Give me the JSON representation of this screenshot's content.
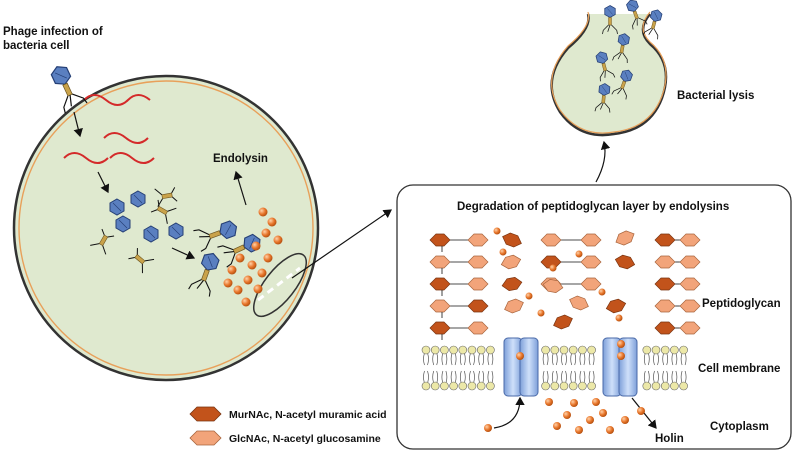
{
  "labels": {
    "phage_infection_line1": "Phage infection of",
    "phage_infection_line2": "bacteria cell",
    "endolysin": "Endolysin",
    "bacterial_lysis": "Bacterial lysis",
    "degradation_title": "Degradation of peptidoglycan layer by endolysins",
    "peptidoglycan": "Peptidoglycan",
    "cell_membrane": "Cell membrane",
    "cytoplasm": "Cytoplasm",
    "holin": "Holin"
  },
  "legend": [
    {
      "label": "MurNAc, N-acetyl muramic acid",
      "color": "#c2531b"
    },
    {
      "label": "GlcNAc, N-acetyl glucosamine",
      "color": "#f2a47a"
    }
  ],
  "colors": {
    "cell_fill": "#dfe9cf",
    "cell_stroke": "#333333",
    "murnac": "#c2531b",
    "glcnac": "#f2a47a",
    "endolysin_ball": "#e8762b",
    "phage_head": "#5a7fc0",
    "phage_tail": "#c9a24a",
    "dna_red": "#d42a2a",
    "membrane_head": "#ece8a8",
    "holin": "#a9c3ee"
  }
}
